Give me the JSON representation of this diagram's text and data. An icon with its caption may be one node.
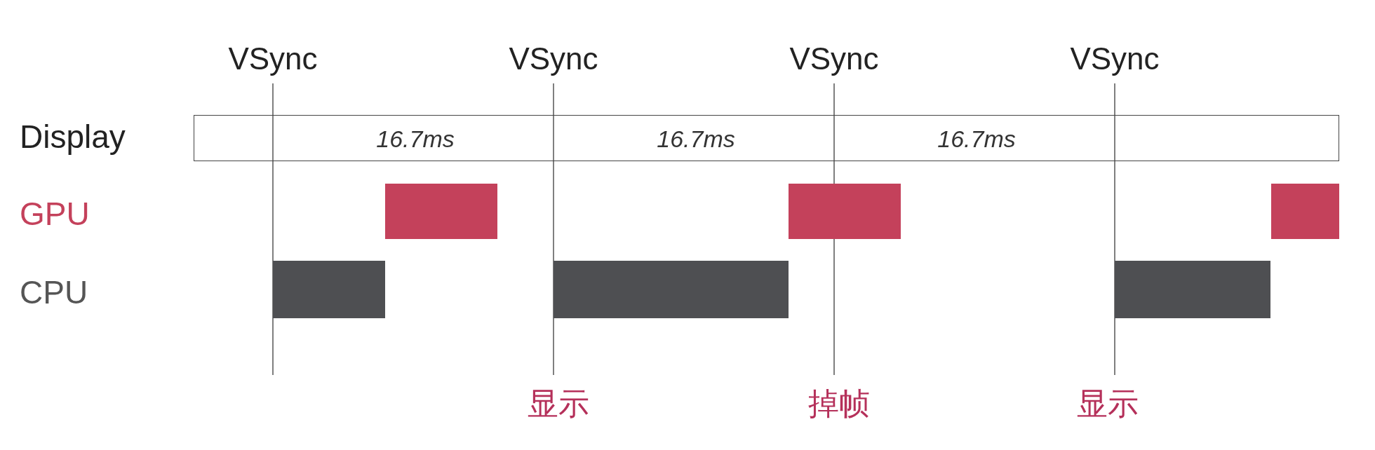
{
  "diagram": {
    "nodes": [
      {
        "text": [
          "16.7ms",
          "16.7ms",
          "16.7ms"
        ]
      },
      {
        "text": [],
        "shape": "bar"
      },
      {
        "text": [],
        "shape": "bar"
      },
      {
        "text": [],
        "shape": "bar"
      },
      {
        "text": [],
        "shape": "bar"
      },
      {
        "text": [],
        "shape": "bar"
      },
      {
        "text": [],
        "shape": "bar"
      }
    ],
    "edges": [],
    "labels": [
      "VSync",
      "VSync",
      "VSync",
      "VSync",
      "Display",
      "GPU",
      "CPU",
      "显示",
      "掉帧",
      "显示"
    ]
  }
}
